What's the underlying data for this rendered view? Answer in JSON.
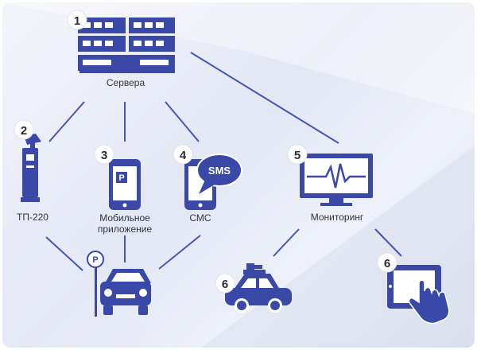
{
  "colors": {
    "accent": "#3a49a8",
    "line": "#4655b0",
    "badge": "#ffffff"
  },
  "nodes": {
    "servers": {
      "number": "1",
      "label": "Сервера",
      "icon": "server-rack-icon"
    },
    "terminal": {
      "number": "2",
      "label": "ТП-220",
      "icon": "parking-terminal-icon"
    },
    "mobile_app": {
      "number": "3",
      "label_line1": "Мобильное",
      "label_line2": "приложение",
      "icon": "smartphone-icon"
    },
    "sms": {
      "number": "4",
      "label": "СМС",
      "bubble_text": "SMS",
      "icon": "sms-phone-icon"
    },
    "monitoring": {
      "number": "5",
      "label": "Мониторинг",
      "icon": "monitor-pulse-icon"
    },
    "patrol_car": {
      "number": "6",
      "icon": "patrol-car-icon"
    },
    "tablet": {
      "number": "6",
      "icon": "tablet-touch-icon"
    },
    "parked_car": {
      "sign_text": "P",
      "icon": "parked-car-icon"
    }
  }
}
